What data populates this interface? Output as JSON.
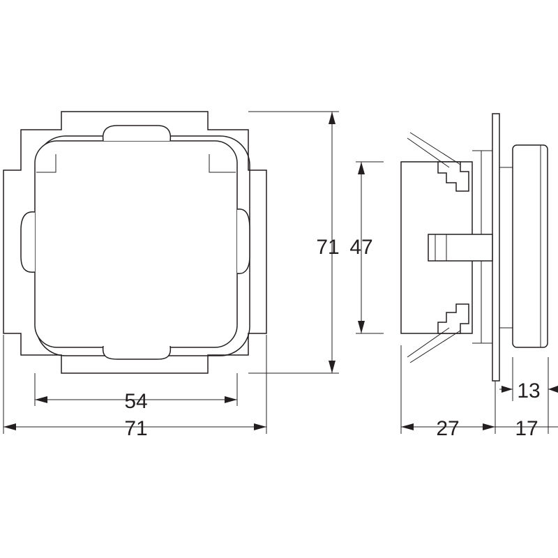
{
  "dimensions": {
    "front_inner_width": "54",
    "front_outer_width": "71",
    "front_height": "71",
    "side_height": "47",
    "side_depth_back": "27",
    "side_depth_front": "17",
    "side_rocker_depth": "13"
  },
  "colors": {
    "line": "#231f20",
    "background": "#ffffff"
  }
}
